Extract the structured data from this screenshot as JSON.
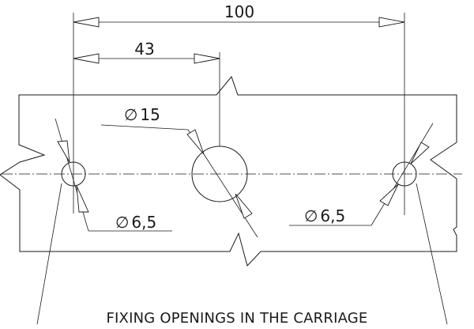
{
  "dimensions": {
    "overall_distance": "100",
    "center_distance": "43"
  },
  "holes": {
    "center_hole": {
      "symbol": "∅",
      "size": "15"
    },
    "left_hole": {
      "symbol": "∅",
      "size": "6,5"
    },
    "right_hole": {
      "symbol": "∅",
      "size": "6,5"
    }
  },
  "caption": "FIXING OPENINGS IN THE CARRIAGE",
  "colors": {
    "line": "#1a1a1a",
    "background": "#ffffff"
  }
}
